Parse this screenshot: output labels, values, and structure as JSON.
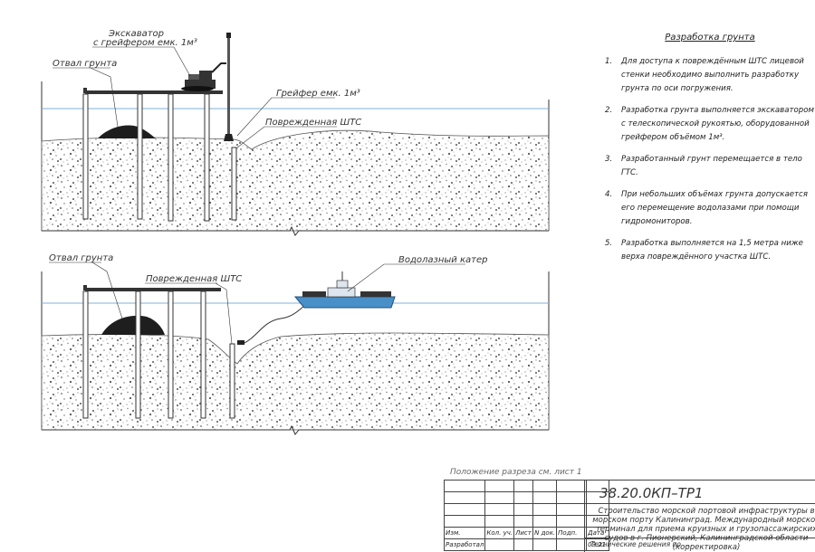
{
  "labels": {
    "excavator_line1": "Экскаватор",
    "excavator_line2": "с грейфером емк. 1м³",
    "spoil_top": "Отвал грунта",
    "grab": "Грейфер емк. 1м³",
    "damaged_top": "Поврежденная ШТС",
    "spoil_bottom": "Отвал грунта",
    "damaged_bottom": "Поврежденная ШТС",
    "boat": "Водолазный катер"
  },
  "notes": {
    "title": "Разработка грунта",
    "items": [
      {
        "num": "1.",
        "text": "Для доступа к повреждённым ШТС лицевой стенки необходимо выполнить разработку грунта по оси погружения."
      },
      {
        "num": "2.",
        "text": "Разработка грунта выполняется экскаватором с телескопической рукоятью, оборудованной грейфером объёмом 1м³."
      },
      {
        "num": "3.",
        "text": "Разработанный грунт перемещается в тело ГТС."
      },
      {
        "num": "4.",
        "text": "При небольших объёмах грунта допускается его перемещение водолазами при помощи гидромониторов."
      },
      {
        "num": "5.",
        "text": "Разработка выполняется на 1,5 метра ниже верха повреждённого участка ШТС."
      }
    ]
  },
  "section_ref": "Положение разреза см. лист 1",
  "stamp": {
    "code": "38.20.0КП–ТР1",
    "project": "Строительство морской портовой инфраструктуры в морском порту Калининград. Международный морской терминал для приема круизных и грузопассажирских судов в г. Пионерский, Калининградской области (корректировка)",
    "headers": [
      "Изм.",
      "Кол. уч.",
      "Лист",
      "N док.",
      "Подп.",
      "Дата"
    ],
    "row_first": [
      "Разработал",
      "",
      "",
      "",
      "",
      "03.21"
    ],
    "bottom_text": "Технические решения по ..."
  },
  "colors": {
    "water_line": "#7fb2d8",
    "boat_hull": "#4a90c8",
    "soil_dot": "#666666",
    "spoil": "#222222"
  }
}
